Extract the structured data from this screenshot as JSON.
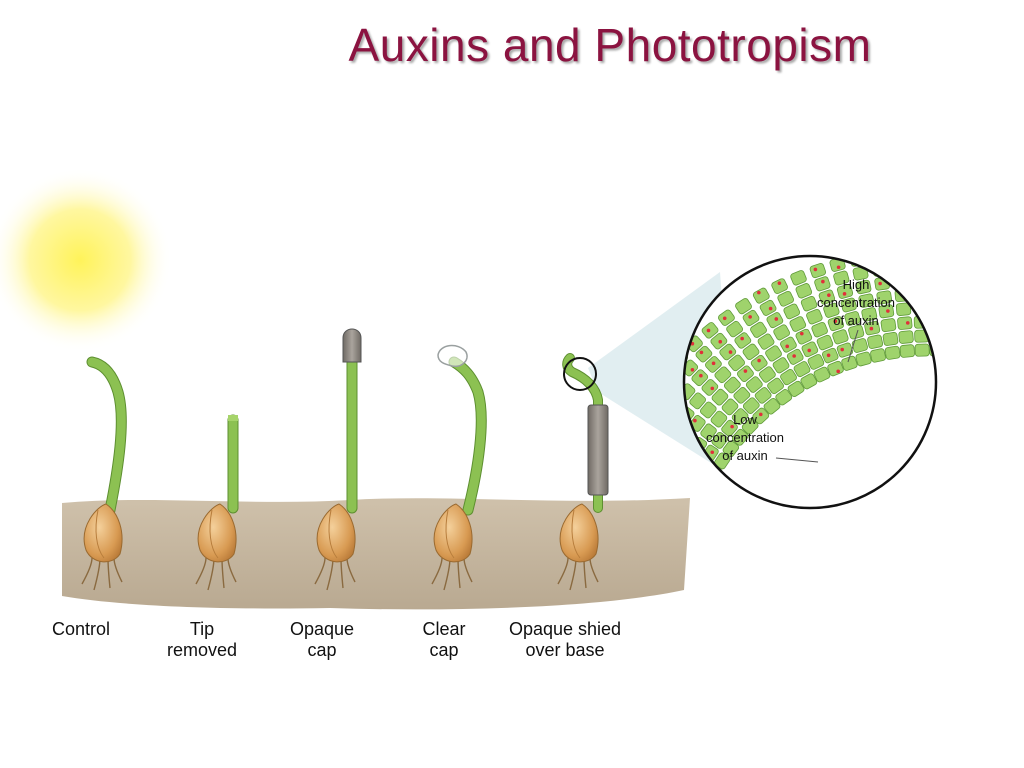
{
  "title": "Auxins and Phototropism",
  "conditions": [
    {
      "label_line1": "Control",
      "label_line2": ""
    },
    {
      "label_line1": "Tip",
      "label_line2": "removed"
    },
    {
      "label_line1": "Opaque",
      "label_line2": "cap"
    },
    {
      "label_line1": "Clear",
      "label_line2": "cap"
    },
    {
      "label_line1": "Opaque shied",
      "label_line2": "over base"
    }
  ],
  "zoom": {
    "high_label": [
      "High",
      "concentration",
      "of auxin"
    ],
    "low_label": [
      "Low",
      "concentration",
      "of auxin"
    ]
  },
  "colors": {
    "title": "#8b1340",
    "stem": "#8cc152",
    "soil": "#c9bba6",
    "seed": "#d9a05b",
    "sun": "#fff27a",
    "auxin_dot": "#e0303a",
    "cap_opaque": "#8a8580"
  }
}
